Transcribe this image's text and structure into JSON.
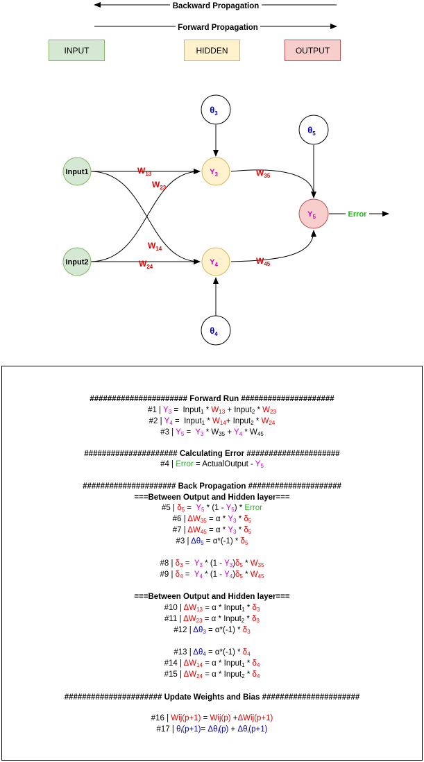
{
  "arrows": {
    "backward": "Backward Propagation",
    "forward": "Forward Propagation"
  },
  "legend": {
    "input": "INPUT",
    "hidden": "HIDDEN",
    "output": "OUTPUT",
    "colors": {
      "input": "#d5e8d4",
      "hidden": "#fff2cc",
      "output": "#f8cecc"
    }
  },
  "nodes": {
    "input1": "Input1",
    "input2": "Input2",
    "y3": "Y",
    "y3_sub": "3",
    "y4": "Y",
    "y4_sub": "4",
    "y5": "Y",
    "y5_sub": "5",
    "theta": "θ",
    "t3_sub": "3",
    "t4_sub": "4",
    "t5_sub": "5",
    "error": "Error"
  },
  "weights": {
    "w": "W",
    "w13": "13",
    "w23": "23",
    "w14": "14",
    "w24": "24",
    "w35": "35",
    "w45": "45"
  },
  "colors": {
    "red": "#e60000",
    "magenta": "#cc00cc",
    "green": "#1fb51f",
    "blue": "#0000cc"
  },
  "equations": {
    "h_forward": "###################### Forward Run #####################",
    "h_error": "##################### Calculating Error #####################",
    "h_back": "##################### Back Propagation #####################",
    "h_between1": "===Between Output and Hidden layer===",
    "h_between2": "===Between Output and Hidden layer===",
    "h_update": "###################### Update Weights and Bias ######################",
    "e1": "#1 |",
    "e2": "#2 |",
    "e3": "#3 |",
    "e4": "#4 |",
    "e5": "#5 |",
    "e6": "#6 |",
    "e7": "#7 |",
    "e3b": "#3 |",
    "e8": "#8 |",
    "e9": "#9 |",
    "e10": "#10 |",
    "e11": "#11 |",
    "e12": "#12 |",
    "e13": "#13 |",
    "e14": "#14 |",
    "e15": "#15 |",
    "e16": "#16 |",
    "e17": "#17 |",
    "input": "Input",
    "input1": "Input",
    "input2": "Input",
    "actual_output": "ActualOutput",
    "alpha": "α",
    "alpha_neg": "α*(-1)",
    "wij_p1": "Wij(p+1)",
    "wij_p": "Wij(p)",
    "dwij_p1": "ΔWij(p+1)",
    "theta_i_p1": "θ",
    "theta_i_p": "Δθ",
    "dtheta_i_p1": "Δθ"
  }
}
